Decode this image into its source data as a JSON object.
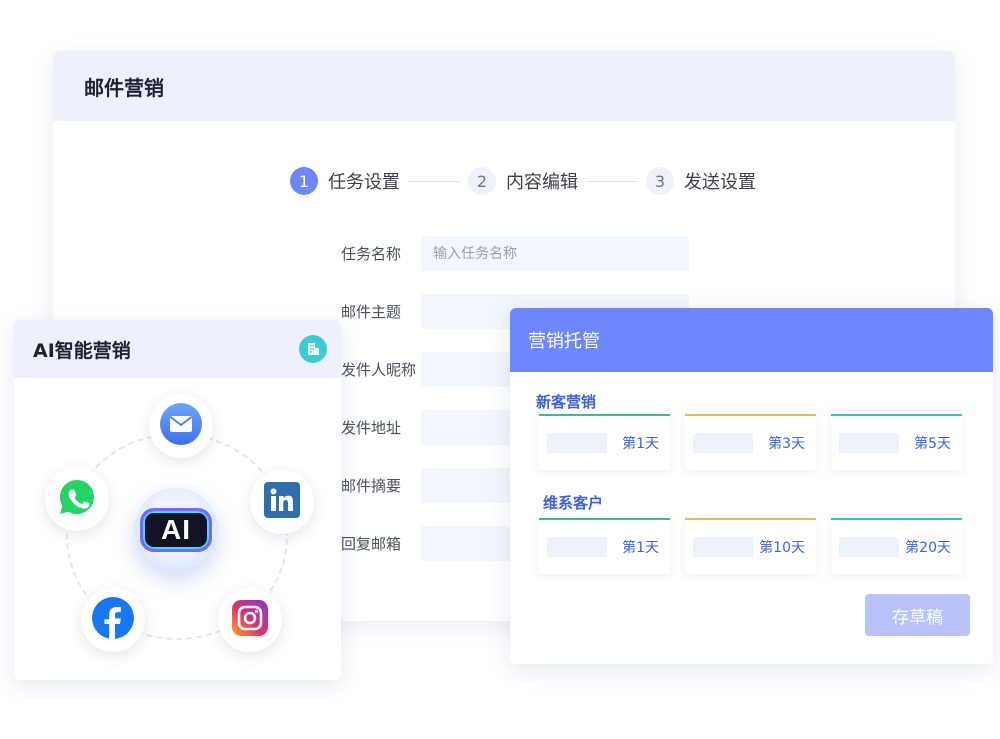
{
  "main": {
    "title": "邮件营销",
    "steps": [
      {
        "num": "1",
        "label": "任务设置"
      },
      {
        "num": "2",
        "label": "内容编辑"
      },
      {
        "num": "3",
        "label": "发送设置"
      }
    ],
    "form": [
      {
        "label": "任务名称",
        "placeholder": "输入任务名称"
      },
      {
        "label": "邮件主题",
        "placeholder": ""
      },
      {
        "label": "发件人昵称",
        "placeholder": ""
      },
      {
        "label": "发件地址",
        "placeholder": ""
      },
      {
        "label": "邮件摘要",
        "placeholder": ""
      },
      {
        "label": "回复邮箱",
        "placeholder": ""
      }
    ]
  },
  "ai": {
    "title": "AI智能营销",
    "core_label": "AI",
    "icons": [
      "email-icon",
      "linkedin-icon",
      "instagram-icon",
      "facebook-icon",
      "whatsapp-icon"
    ]
  },
  "hosting": {
    "title": "营销托管",
    "groups": [
      {
        "title": "新客营销",
        "tiles": [
          "第1天",
          "第3天",
          "第5天"
        ]
      },
      {
        "title": "维系客户",
        "tiles": [
          "第1天",
          "第10天",
          "第20天"
        ]
      }
    ],
    "save_draft": "存草稿"
  },
  "colors": {
    "accent": "#6d87ff",
    "header_bg": "#eef1fd",
    "link_blue": "#3b63e0",
    "green": "#2fc58a",
    "orange": "#f6b54a",
    "cyan": "#33c9c9"
  }
}
